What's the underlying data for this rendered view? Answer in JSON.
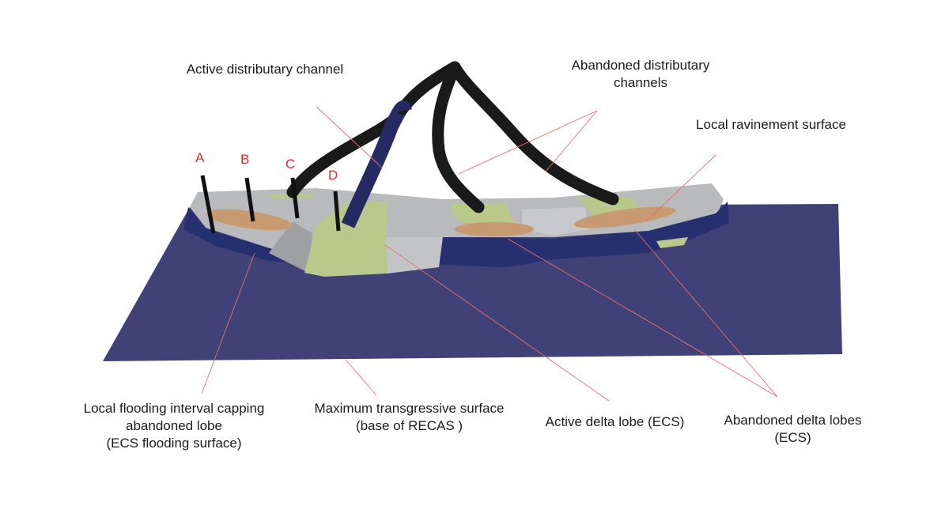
{
  "labels": {
    "active_channel": "Active distributary channel",
    "abandoned_channels": "Abandoned distributary\nchannels",
    "ravinement": "Local ravinement surface",
    "flooding_interval": "Local flooding interval capping\nabandoned lobe\n(ECS flooding surface)",
    "mts": "Maximum transgressive surface\n(base of RECAS )",
    "active_lobe": "Active delta lobe (ECS)",
    "abandoned_lobes": "Abandoned delta lobes\n(ECS)"
  },
  "wells": [
    "A",
    "B",
    "C",
    "D"
  ],
  "colors": {
    "basin": "#3f4177",
    "wall": "#27306e",
    "top_surface": "#b9babc",
    "channel": "#1a1a1a",
    "active_channel": "#252a63",
    "lobe_green": "#b9c98a",
    "lobe_tan": "#c89a70",
    "leader": "#e8706c",
    "well_label": "#d9322e"
  }
}
